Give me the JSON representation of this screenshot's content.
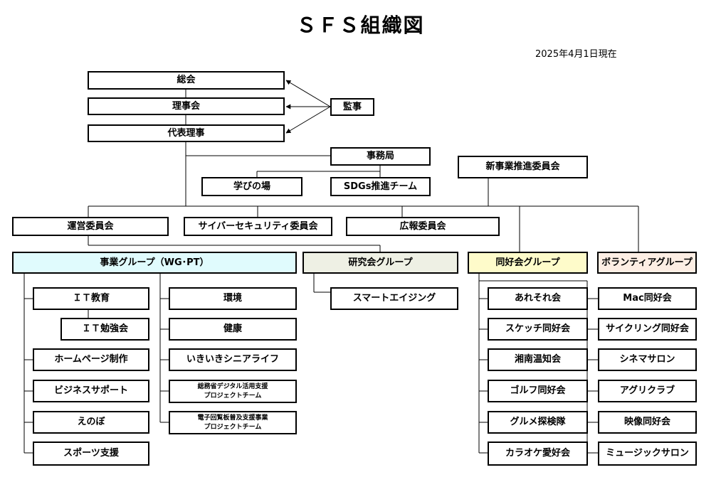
{
  "title": "ＳＦＳ組織図",
  "as_of": "2025年4月1日現在",
  "colors": {
    "project_group": "#e0fbfd",
    "research_group": "#eef0e4",
    "hobby_group": "#fefbca",
    "volunteer_group": "#fdeee4"
  },
  "governance": {
    "general_assembly": "総会",
    "board": "理事会",
    "representative": "代表理事",
    "auditor": "監事"
  },
  "secretariat": {
    "office": "事務局",
    "learning_place": "学びの場",
    "sdgs": "SDGs推進チーム"
  },
  "new_business": "新事業推進委員会",
  "committees": [
    "運営委員会",
    "サイバーセキュリティ委員会",
    "広報委員会"
  ],
  "groups": {
    "project": "事業グループ（WG･PT）",
    "research": "研究会グループ",
    "hobby": "同好会グループ",
    "volunteer": "ボランティアグループ"
  },
  "project_col1": [
    "ＩＴ教育",
    "ＩＴ勉強会",
    "ホームページ制作",
    "ビジネスサポート",
    "えのぼ",
    "スポーツ支援"
  ],
  "project_col2": [
    "環境",
    "健康",
    "いきいきシニアライフ",
    "総務省デジタル活用支援\nプロジェクトチーム",
    "電子回覧板普及支援事業\nプロジェクトチーム"
  ],
  "research_items": [
    "スマートエイジング"
  ],
  "hobby_items": [
    "あれそれ会",
    "スケッチ同好会",
    "湘南温知会",
    "ゴルフ同好会",
    "グルメ探検隊",
    "カラオケ愛好会"
  ],
  "volunteer_items": [
    "Mac同好会",
    "サイクリング同好会",
    "シネマサロン",
    "アグリクラブ",
    "映像同好会",
    "ミュージックサロン"
  ]
}
